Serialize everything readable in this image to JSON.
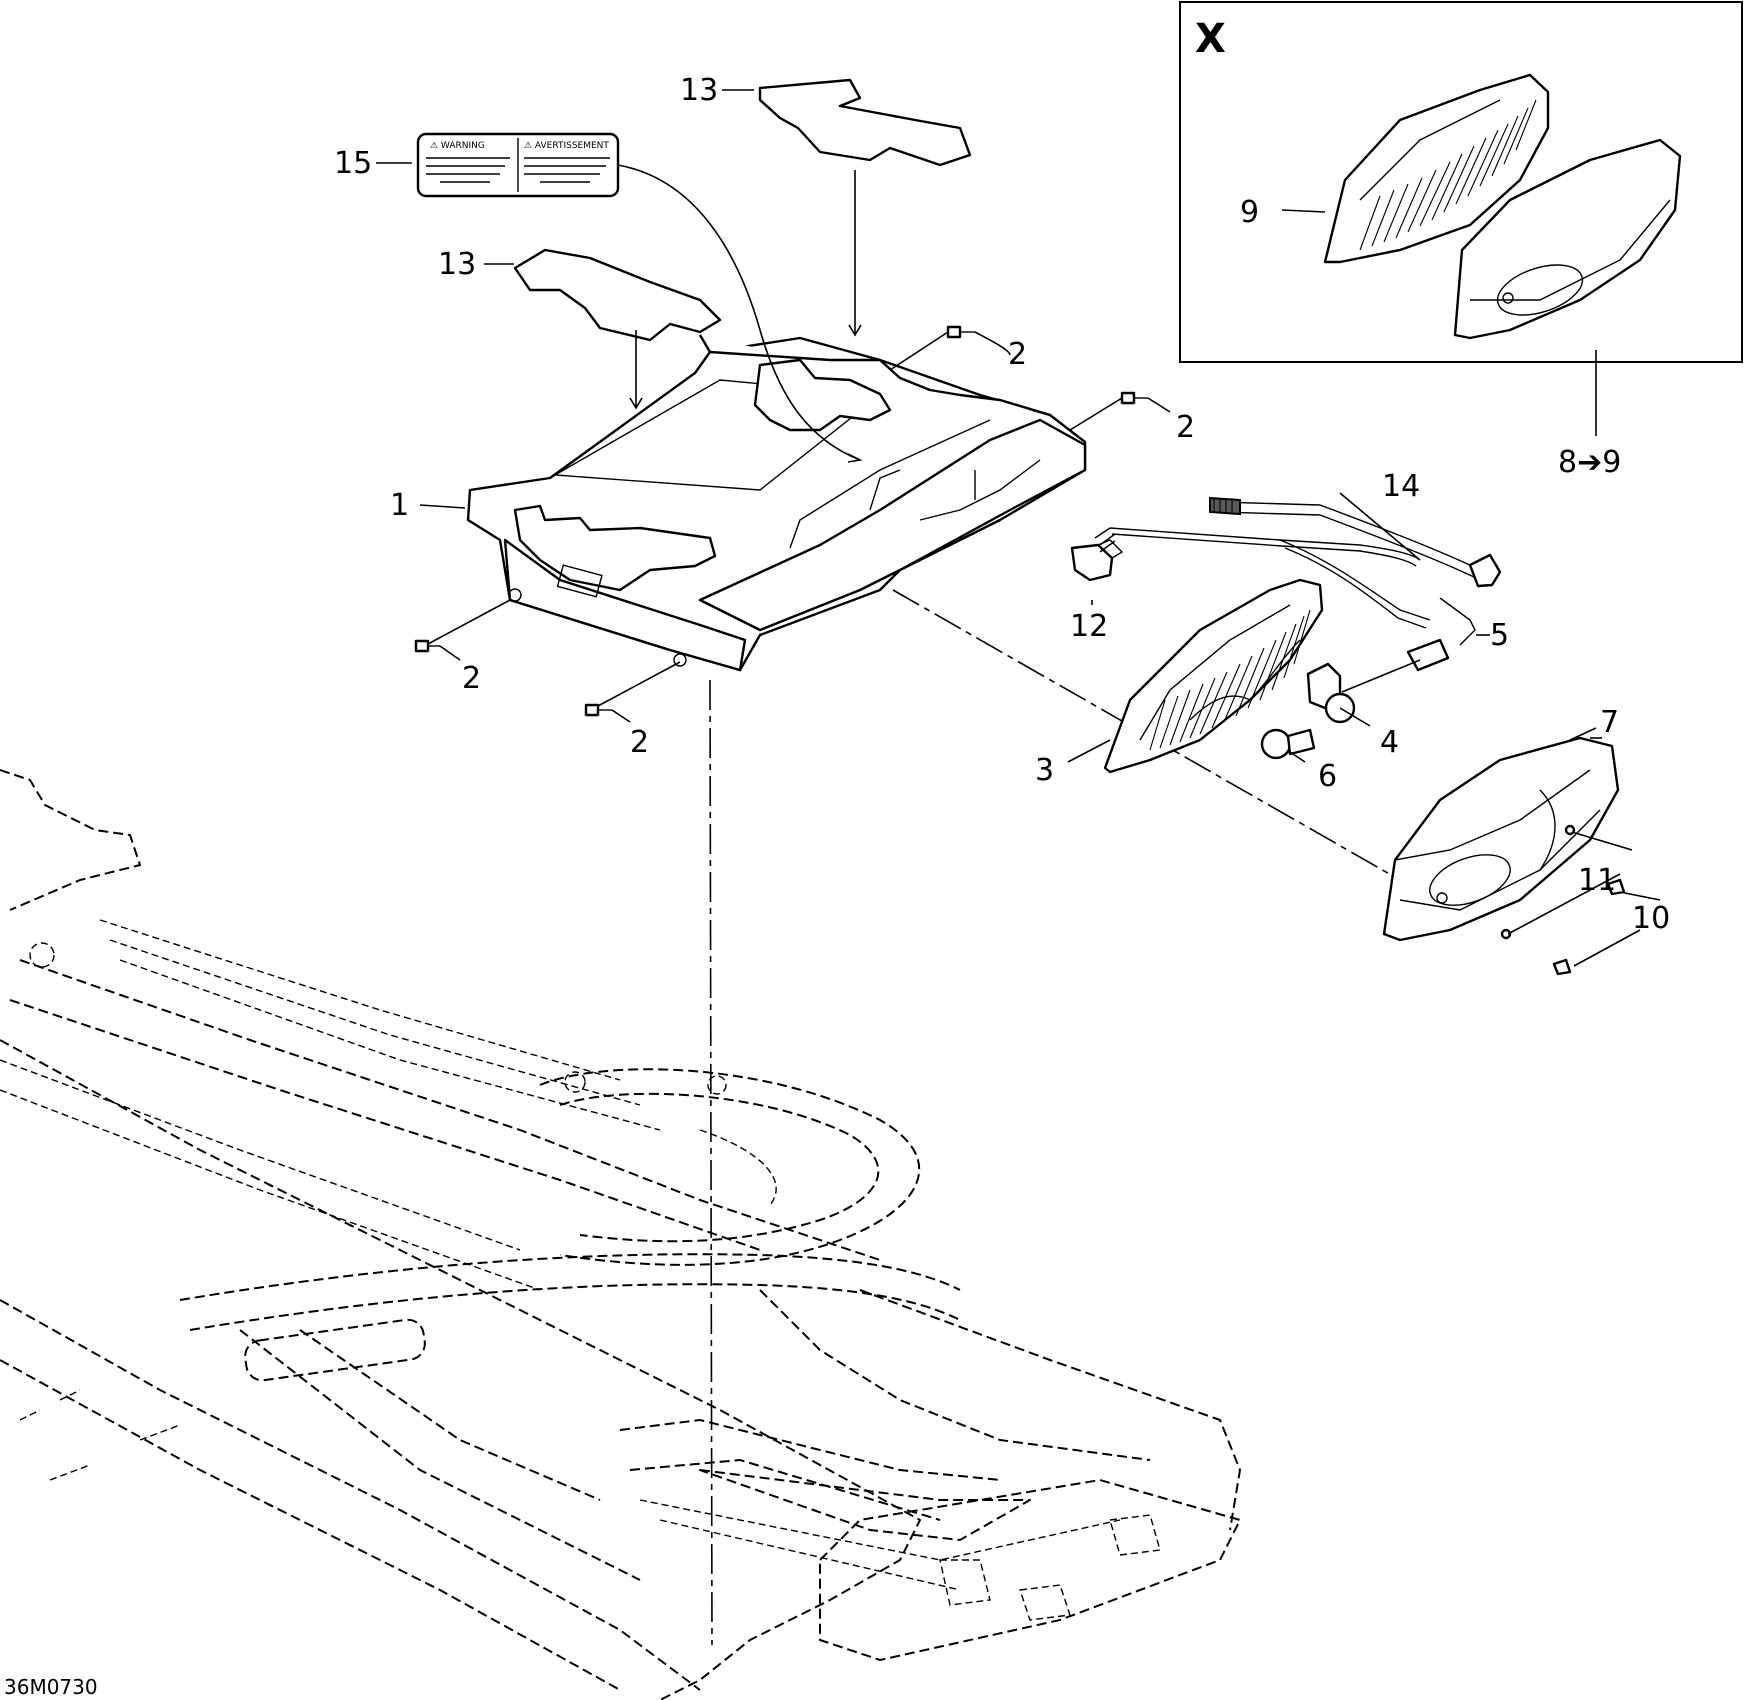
{
  "inset": {
    "letter": "X",
    "range_label": "8➔9",
    "inner_callout": "9"
  },
  "callouts": {
    "c1": "1",
    "c2": "2",
    "c3": "3",
    "c4": "4",
    "c5": "5",
    "c6": "6",
    "c7": "7",
    "c10": "10",
    "c11": "11",
    "c12": "12",
    "c13": "13",
    "c14": "14",
    "c15": "15"
  },
  "decal": {
    "left_heading": "⚠ WARNING",
    "right_heading": "⚠ AVERTISSEMENT"
  },
  "figure_id": "36M0730"
}
